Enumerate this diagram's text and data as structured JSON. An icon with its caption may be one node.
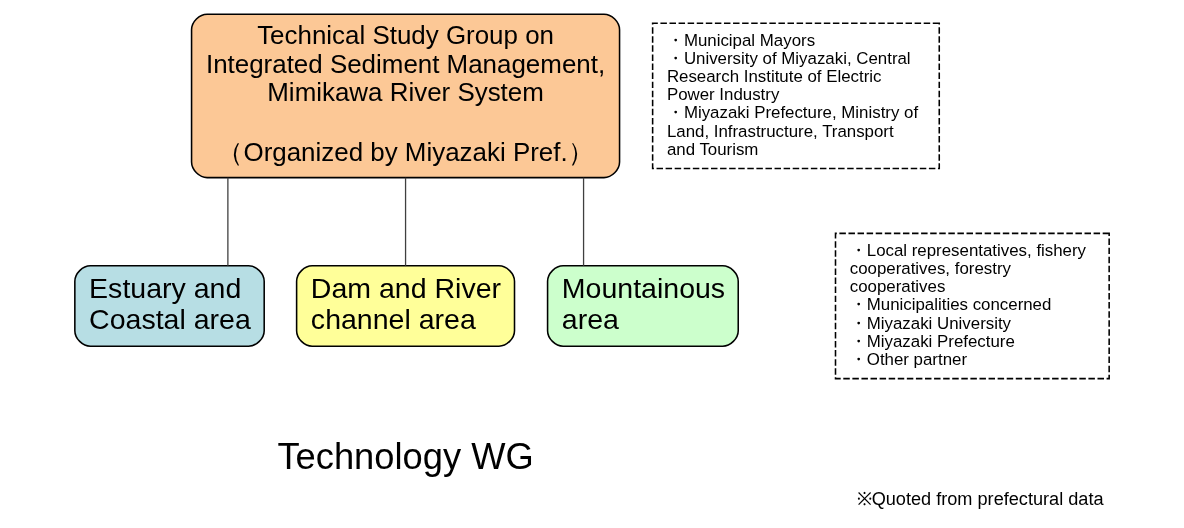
{
  "diagram": {
    "caption": "※Quoted from prefectural data",
    "nodes": [
      {
        "text": [
          "Technical Study Group on Integrated Sediment Management, Mimikawa River System",
          "（Organized by Miyazaki Pref.）"
        ]
      },
      {
        "text": [
          "Estuary and Coastal area"
        ]
      },
      {
        "text": [
          "Dam and River channel area"
        ]
      },
      {
        "text": [
          "Mountainous area"
        ]
      },
      {
        "text": [
          "・Municipal Mayors",
          "・University of Miyazaki, Central Research Institute of Electric Power Industry",
          "・Miyazaki Prefecture, Ministry of Land, Infrastructure, Transport and Tourism"
        ]
      },
      {
        "text": [
          "・Local representatives, fishery cooperatives, forestry cooperatives",
          "・Municipalities concerned",
          "・Miyazaki University",
          "・Miyazaki Prefecture",
          "・Other partner"
        ]
      }
    ],
    "edges": [
      {
        "from": 0,
        "to": 1,
        "arrow": "none"
      },
      {
        "from": 0,
        "to": 2,
        "arrow": "none"
      },
      {
        "from": 0,
        "to": 3,
        "arrow": "none"
      }
    ],
    "labels": [
      "Technology WG"
    ]
  }
}
